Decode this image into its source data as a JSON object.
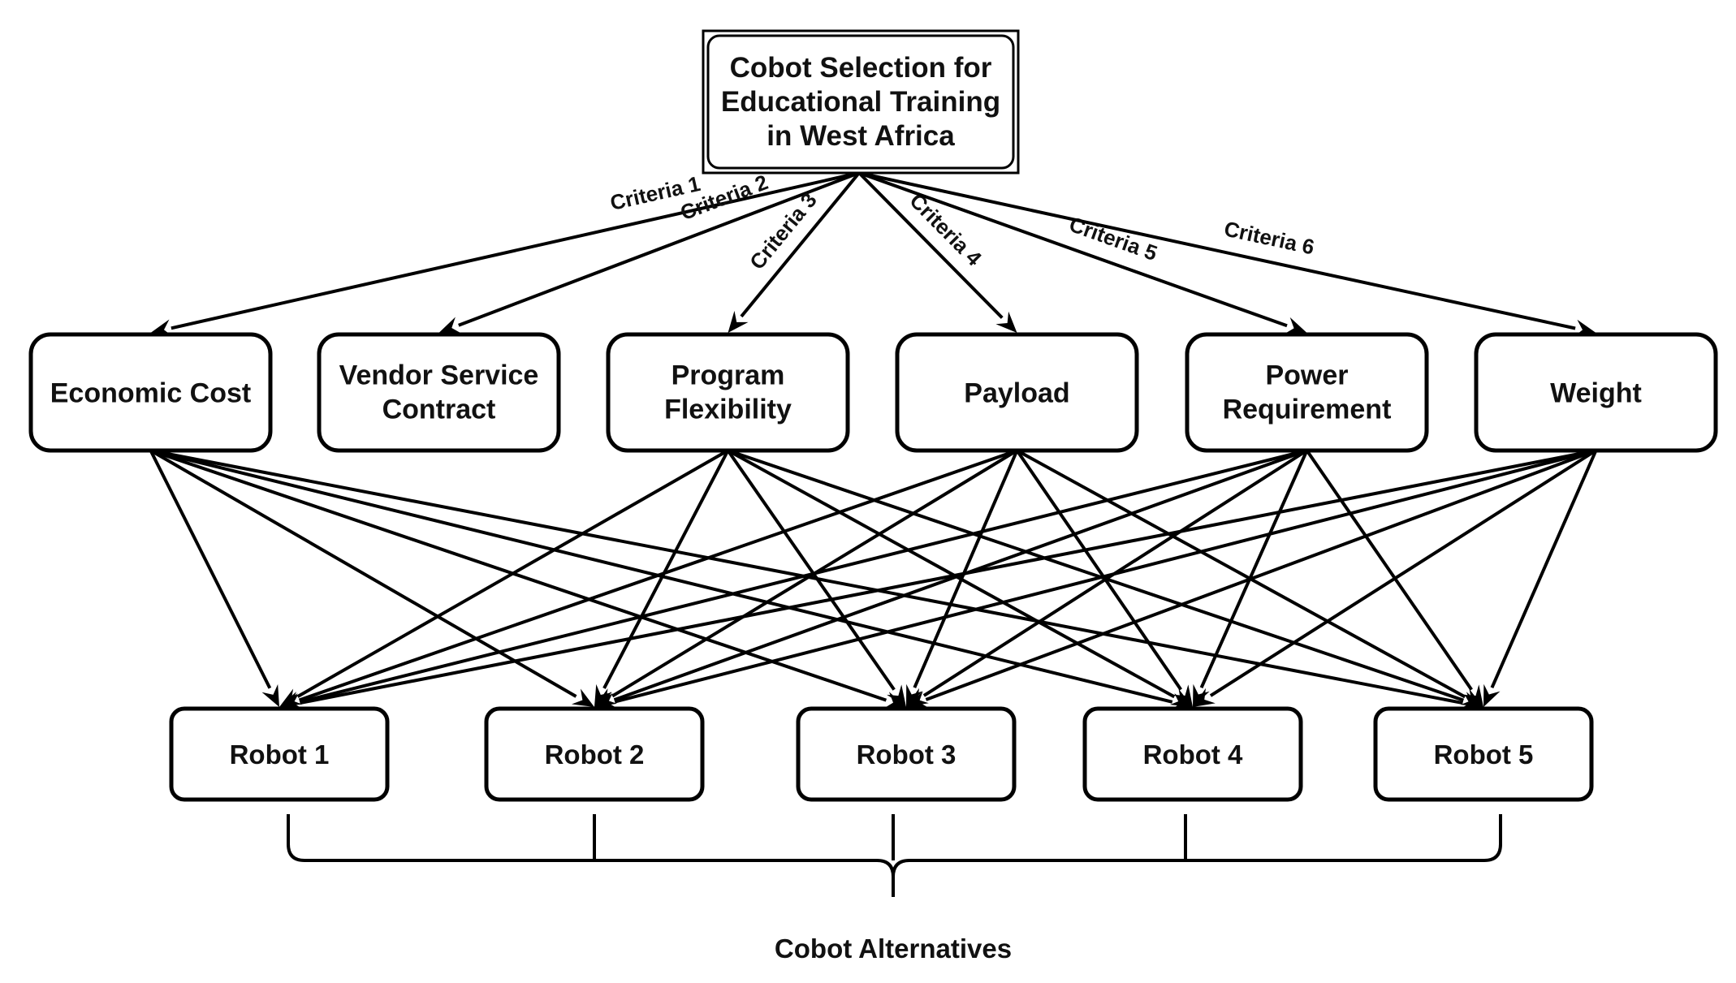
{
  "goal": {
    "lines": [
      "Cobot Selection for",
      "Educational Training",
      "in West Africa"
    ]
  },
  "criteria": [
    {
      "edge_label": "Criteria 1",
      "lines": [
        "Economic Cost"
      ]
    },
    {
      "edge_label": "Criteria 2",
      "lines": [
        "Vendor Service",
        "Contract"
      ]
    },
    {
      "edge_label": "Criteria 3",
      "lines": [
        "Program",
        "Flexibility"
      ]
    },
    {
      "edge_label": "Criteria 4",
      "lines": [
        "Payload"
      ]
    },
    {
      "edge_label": "Criteria 5",
      "lines": [
        "Power",
        "Requirement"
      ]
    },
    {
      "edge_label": "Criteria 6",
      "lines": [
        "Weight"
      ]
    }
  ],
  "alternatives": [
    {
      "label": "Robot 1"
    },
    {
      "label": "Robot 2"
    },
    {
      "label": "Robot 3"
    },
    {
      "label": "Robot 4"
    },
    {
      "label": "Robot 5"
    }
  ],
  "caption": "Cobot Alternatives"
}
